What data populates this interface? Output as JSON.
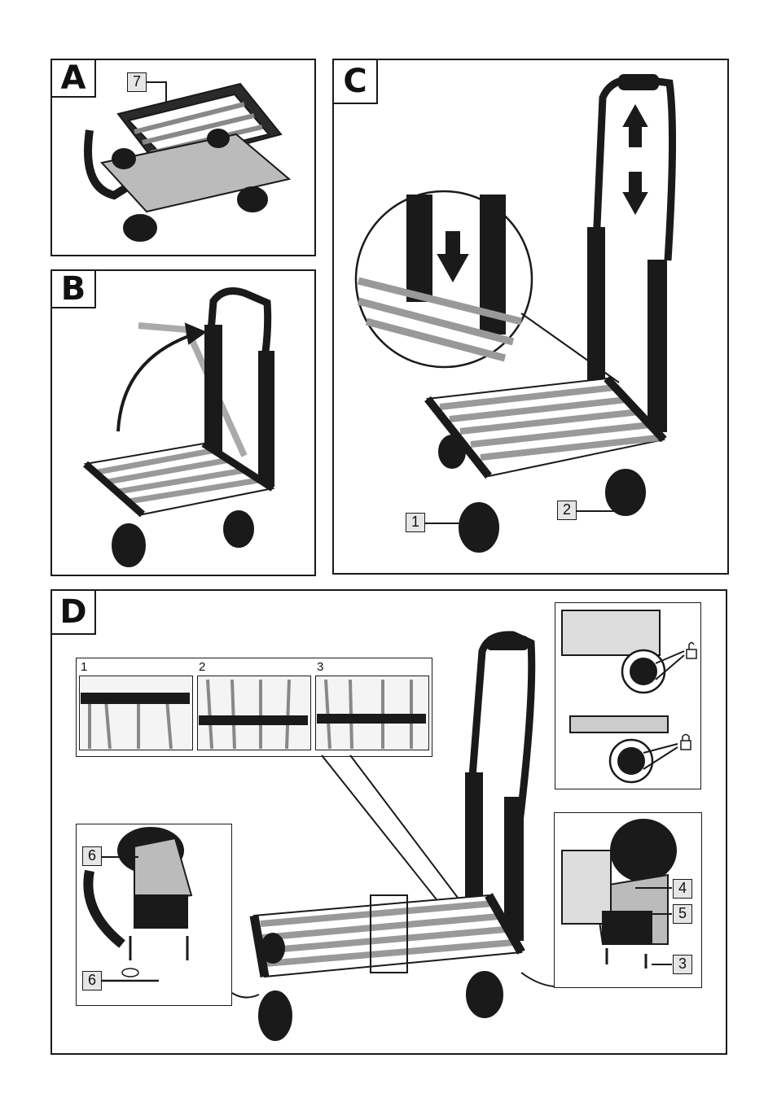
{
  "panels": {
    "A": {
      "letter": "A",
      "callouts": [
        "7"
      ]
    },
    "B": {
      "letter": "B"
    },
    "C": {
      "letter": "C",
      "callouts": [
        "1",
        "2"
      ]
    },
    "D": {
      "letter": "D",
      "steps": [
        "1",
        "2",
        "3"
      ],
      "callouts": [
        "6",
        "6",
        "4",
        "5",
        "3"
      ]
    }
  },
  "icons": {
    "lock_open": "padlock-open-icon",
    "lock_closed": "padlock-closed-icon",
    "arrow_up": "arrow-up-icon",
    "arrow_down": "arrow-down-icon",
    "rotate": "rotate-arrow-icon"
  },
  "colors": {
    "frame": "#1a1a1a",
    "aluminium": "#c8c8c8",
    "label_bg": "#e6e6e6"
  }
}
